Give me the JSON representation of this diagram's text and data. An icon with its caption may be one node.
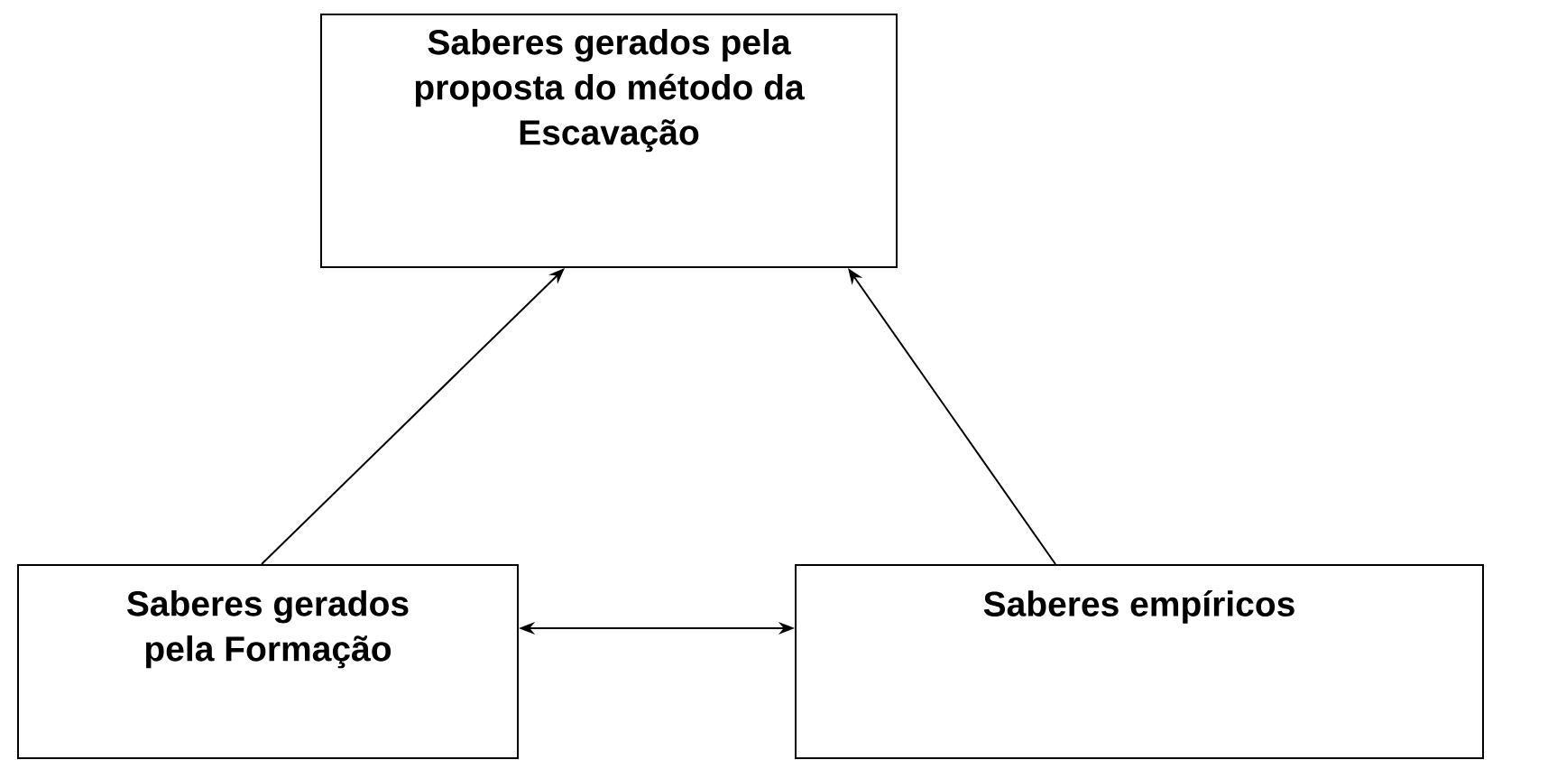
{
  "diagram": {
    "nodes": [
      {
        "text": [
          "Saberes gerados pela proposta do método da Escavação"
        ]
      },
      {
        "text": [
          "Saberes gerados pela Formação"
        ]
      },
      {
        "text": [
          "Saberes empíricos"
        ]
      }
    ],
    "edges": [
      {
        "from": 1,
        "to": 0,
        "arrow": "to"
      },
      {
        "from": 2,
        "to": 0,
        "arrow": "to"
      },
      {
        "from": 1,
        "to": 2,
        "arrow": "both"
      }
    ]
  }
}
